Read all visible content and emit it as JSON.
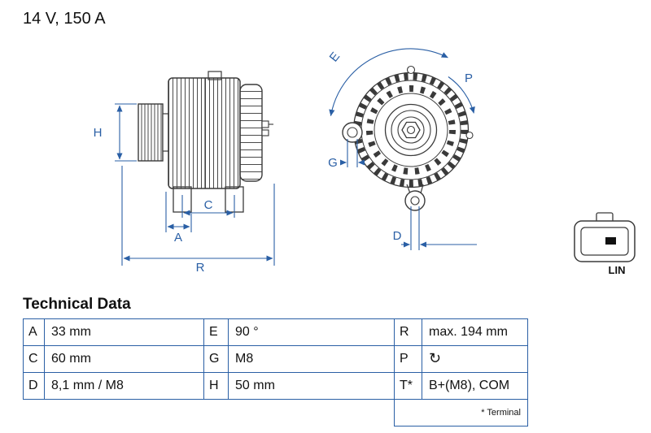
{
  "colors": {
    "accent_blue": "#2a5fa5",
    "drawing_line": "#3a3a3a",
    "background": "#ffffff"
  },
  "header": {
    "rating": "14 V, 150 A"
  },
  "diagram": {
    "side_view_labels": {
      "H": "H",
      "A": "A",
      "C": "C",
      "R": "R"
    },
    "front_view_labels": {
      "E": "E",
      "P": "P",
      "G": "G",
      "D": "D"
    },
    "connector": {
      "label": "LIN"
    }
  },
  "technical_data": {
    "title": "Technical Data",
    "rows": [
      [
        {
          "key": "A",
          "value": "33 mm"
        },
        {
          "key": "E",
          "value": "90 °"
        },
        {
          "key": "R",
          "value": "max. 194 mm"
        }
      ],
      [
        {
          "key": "C",
          "value": "60 mm"
        },
        {
          "key": "G",
          "value": "M8"
        },
        {
          "key": "P",
          "value": "↻"
        }
      ],
      [
        {
          "key": "D",
          "value": "8,1 mm / M8"
        },
        {
          "key": "H",
          "value": "50 mm"
        },
        {
          "key": "T*",
          "value": "B+(M8), COM"
        }
      ]
    ],
    "footnote": "* Terminal"
  }
}
